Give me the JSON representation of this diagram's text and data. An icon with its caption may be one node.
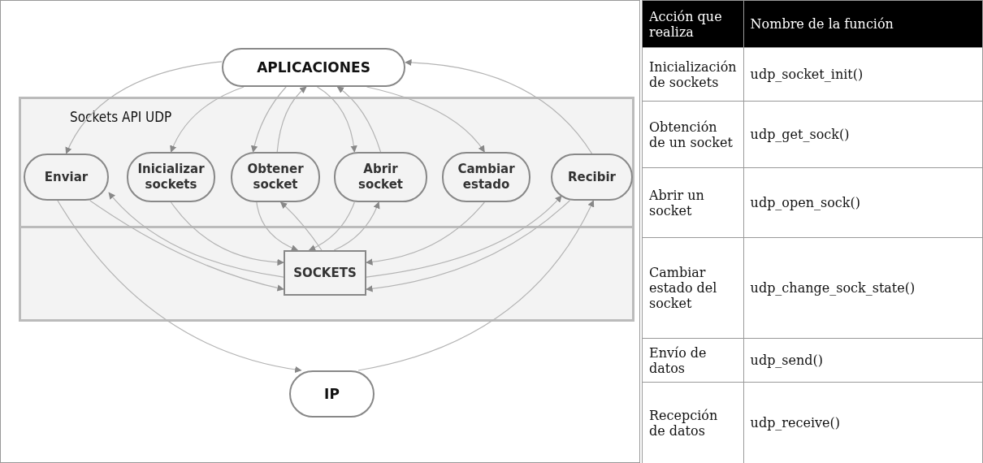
{
  "diagram": {
    "nodes": [
      {
        "text": [
          "APLICACIONES"
        ]
      },
      {
        "text": [
          "Sockets API UDP"
        ]
      },
      {
        "text": [
          "Enviar"
        ],
        "in": 1
      },
      {
        "text": [
          "Inicializar sockets"
        ],
        "in": 1
      },
      {
        "text": [
          "Obtener socket"
        ],
        "in": 1
      },
      {
        "text": [
          "Abrir socket"
        ],
        "in": 1
      },
      {
        "text": [
          "Cambiar estado"
        ],
        "in": 1
      },
      {
        "text": [
          "Recibir"
        ],
        "in": 1
      },
      {
        "text": [
          "SOCKETS"
        ]
      },
      {
        "text": [
          "IP"
        ]
      }
    ],
    "edges": [
      {
        "from": 0,
        "to": 2,
        "arrow": "to"
      },
      {
        "from": 0,
        "to": 3,
        "arrow": "to"
      },
      {
        "from": 0,
        "to": 4,
        "arrow": "to"
      },
      {
        "from": 4,
        "to": 0,
        "arrow": "to"
      },
      {
        "from": 0,
        "to": 5,
        "arrow": "to"
      },
      {
        "from": 5,
        "to": 0,
        "arrow": "to"
      },
      {
        "from": 0,
        "to": 6,
        "arrow": "to"
      },
      {
        "from": 7,
        "to": 0,
        "arrow": "to"
      },
      {
        "from": 2,
        "to": 8,
        "arrow": "to"
      },
      {
        "from": 8,
        "to": 2,
        "arrow": "to"
      },
      {
        "from": 3,
        "to": 8,
        "arrow": "to"
      },
      {
        "from": 4,
        "to": 8,
        "arrow": "to"
      },
      {
        "from": 8,
        "to": 4,
        "arrow": "to"
      },
      {
        "from": 5,
        "to": 8,
        "arrow": "to"
      },
      {
        "from": 8,
        "to": 5,
        "arrow": "to"
      },
      {
        "from": 6,
        "to": 8,
        "arrow": "to"
      },
      {
        "from": 7,
        "to": 8,
        "arrow": "to"
      },
      {
        "from": 8,
        "to": 7,
        "arrow": "to"
      },
      {
        "from": 2,
        "to": 9,
        "arrow": "to"
      },
      {
        "from": 9,
        "to": 7,
        "arrow": "to"
      }
    ],
    "labels": [
      "Acción que realiza",
      "Nombre de la función",
      "Inicialización de sockets",
      "udp_socket_init()",
      "Obtención de un socket",
      "udp_get_sock()",
      "Abrir un socket",
      "udp_open_sock()",
      "Cambiar estado del socket",
      "udp_change_sock_state()",
      "Envío de datos",
      "udp_send()",
      "Recepción de datos",
      "udp_receive()"
    ]
  }
}
